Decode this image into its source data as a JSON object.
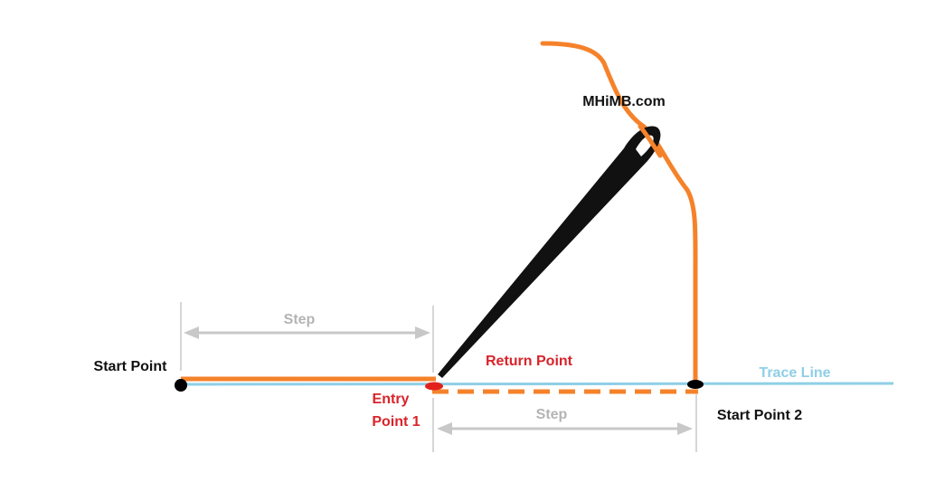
{
  "watermark": "MHiMB.com",
  "labels": {
    "start_point": "Start Point",
    "entry_point_line1": "Entry",
    "entry_point_line2": "Point 1",
    "return_point": "Return Point",
    "start_point_2": "Start Point 2",
    "trace_line": "Trace Line",
    "step_top": "Step",
    "step_bottom": "Step"
  },
  "colors": {
    "thread": "#f5822a",
    "trace_line": "#8ecfe6",
    "needle": "#111111",
    "label_red": "#d9232a",
    "dimension_grey": "#c8c8c8",
    "text_black": "#111111"
  },
  "icons": {
    "needle": "sewing-needle-icon"
  }
}
